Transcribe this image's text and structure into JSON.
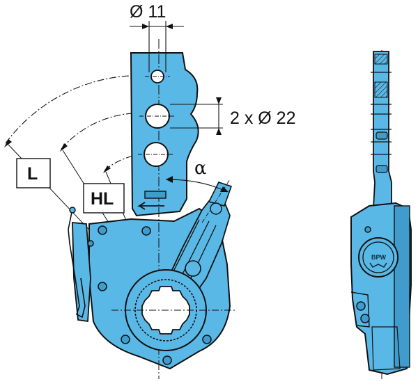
{
  "dimensions": {
    "hole_small": "Ø 11",
    "holes_large": "2 x Ø 22"
  },
  "labels": {
    "lever_length": "L",
    "hole_lever_length": "HL",
    "angle": "α"
  },
  "logo": {
    "text": "BPW"
  },
  "colors": {
    "part_fill": "#5ab8e6",
    "part_fill_dark": "#3f9ccc",
    "outline": "#111111",
    "hatch": "#1a1a1a"
  }
}
